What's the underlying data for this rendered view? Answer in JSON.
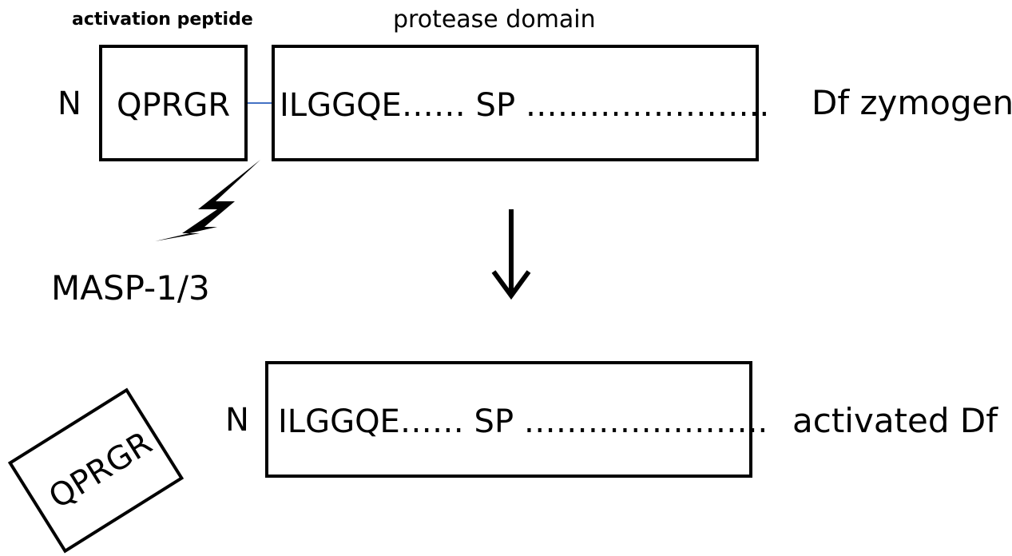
{
  "zymogen": {
    "activation_peptide_header": "activation peptide",
    "protease_domain_header": "protease domain",
    "n_terminus": "N",
    "peptide_seq": "QPRGR",
    "protease_seq": "ILGGQE……  SP …………………..",
    "name": "Df zymogen"
  },
  "cleavage": {
    "enzyme": "MASP-1/3"
  },
  "activated": {
    "n_terminus": "N",
    "protease_seq": "ILGGQE……  SP …………………..",
    "name": "activated Df",
    "released_peptide": "QPRGR"
  },
  "colors": {
    "stroke": "#000000",
    "linker": "#4472c4"
  }
}
